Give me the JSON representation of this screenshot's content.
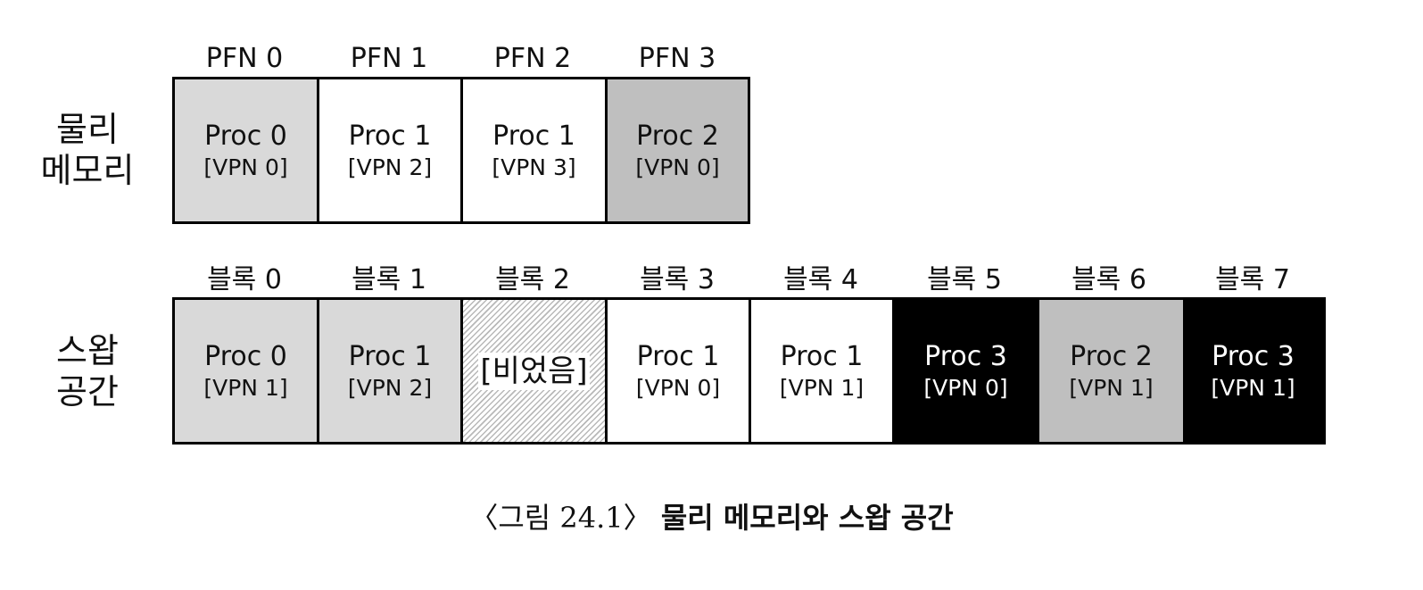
{
  "physical_memory": {
    "label_line1": "물리",
    "label_line2": "메모리",
    "frames": [
      {
        "header": "PFN 0",
        "proc": "Proc 0",
        "vpn": "[VPN 0]",
        "fill": "#d9d9d9"
      },
      {
        "header": "PFN 1",
        "proc": "Proc 1",
        "vpn": "[VPN 2]",
        "fill": "#ffffff"
      },
      {
        "header": "PFN 2",
        "proc": "Proc 1",
        "vpn": "[VPN 3]",
        "fill": "#ffffff"
      },
      {
        "header": "PFN 3",
        "proc": "Proc 2",
        "vpn": "[VPN 0]",
        "fill": "#bfbfbf"
      }
    ]
  },
  "swap_space": {
    "label_line1": "스왑",
    "label_line2": "공간",
    "blocks": [
      {
        "header": "블록 0",
        "proc": "Proc 0",
        "vpn": "[VPN 1]",
        "fill": "#d9d9d9"
      },
      {
        "header": "블록 1",
        "proc": "Proc 1",
        "vpn": "[VPN 2]",
        "fill": "#d9d9d9"
      },
      {
        "header": "블록 2",
        "empty_label": "[비었음]",
        "fill": "hatched"
      },
      {
        "header": "블록 3",
        "proc": "Proc 1",
        "vpn": "[VPN 0]",
        "fill": "#ffffff"
      },
      {
        "header": "블록 4",
        "proc": "Proc 1",
        "vpn": "[VPN 1]",
        "fill": "#ffffff"
      },
      {
        "header": "블록 5",
        "proc": "Proc 3",
        "vpn": "[VPN 0]",
        "fill": "#000000"
      },
      {
        "header": "블록 6",
        "proc": "Proc 2",
        "vpn": "[VPN 1]",
        "fill": "#bfbfbf"
      },
      {
        "header": "블록 7",
        "proc": "Proc 3",
        "vpn": "[VPN 1]",
        "fill": "#000000"
      }
    ]
  },
  "caption": {
    "figure_number": "〈그림 24.1〉",
    "title": "물리 메모리와 스왑 공간"
  }
}
